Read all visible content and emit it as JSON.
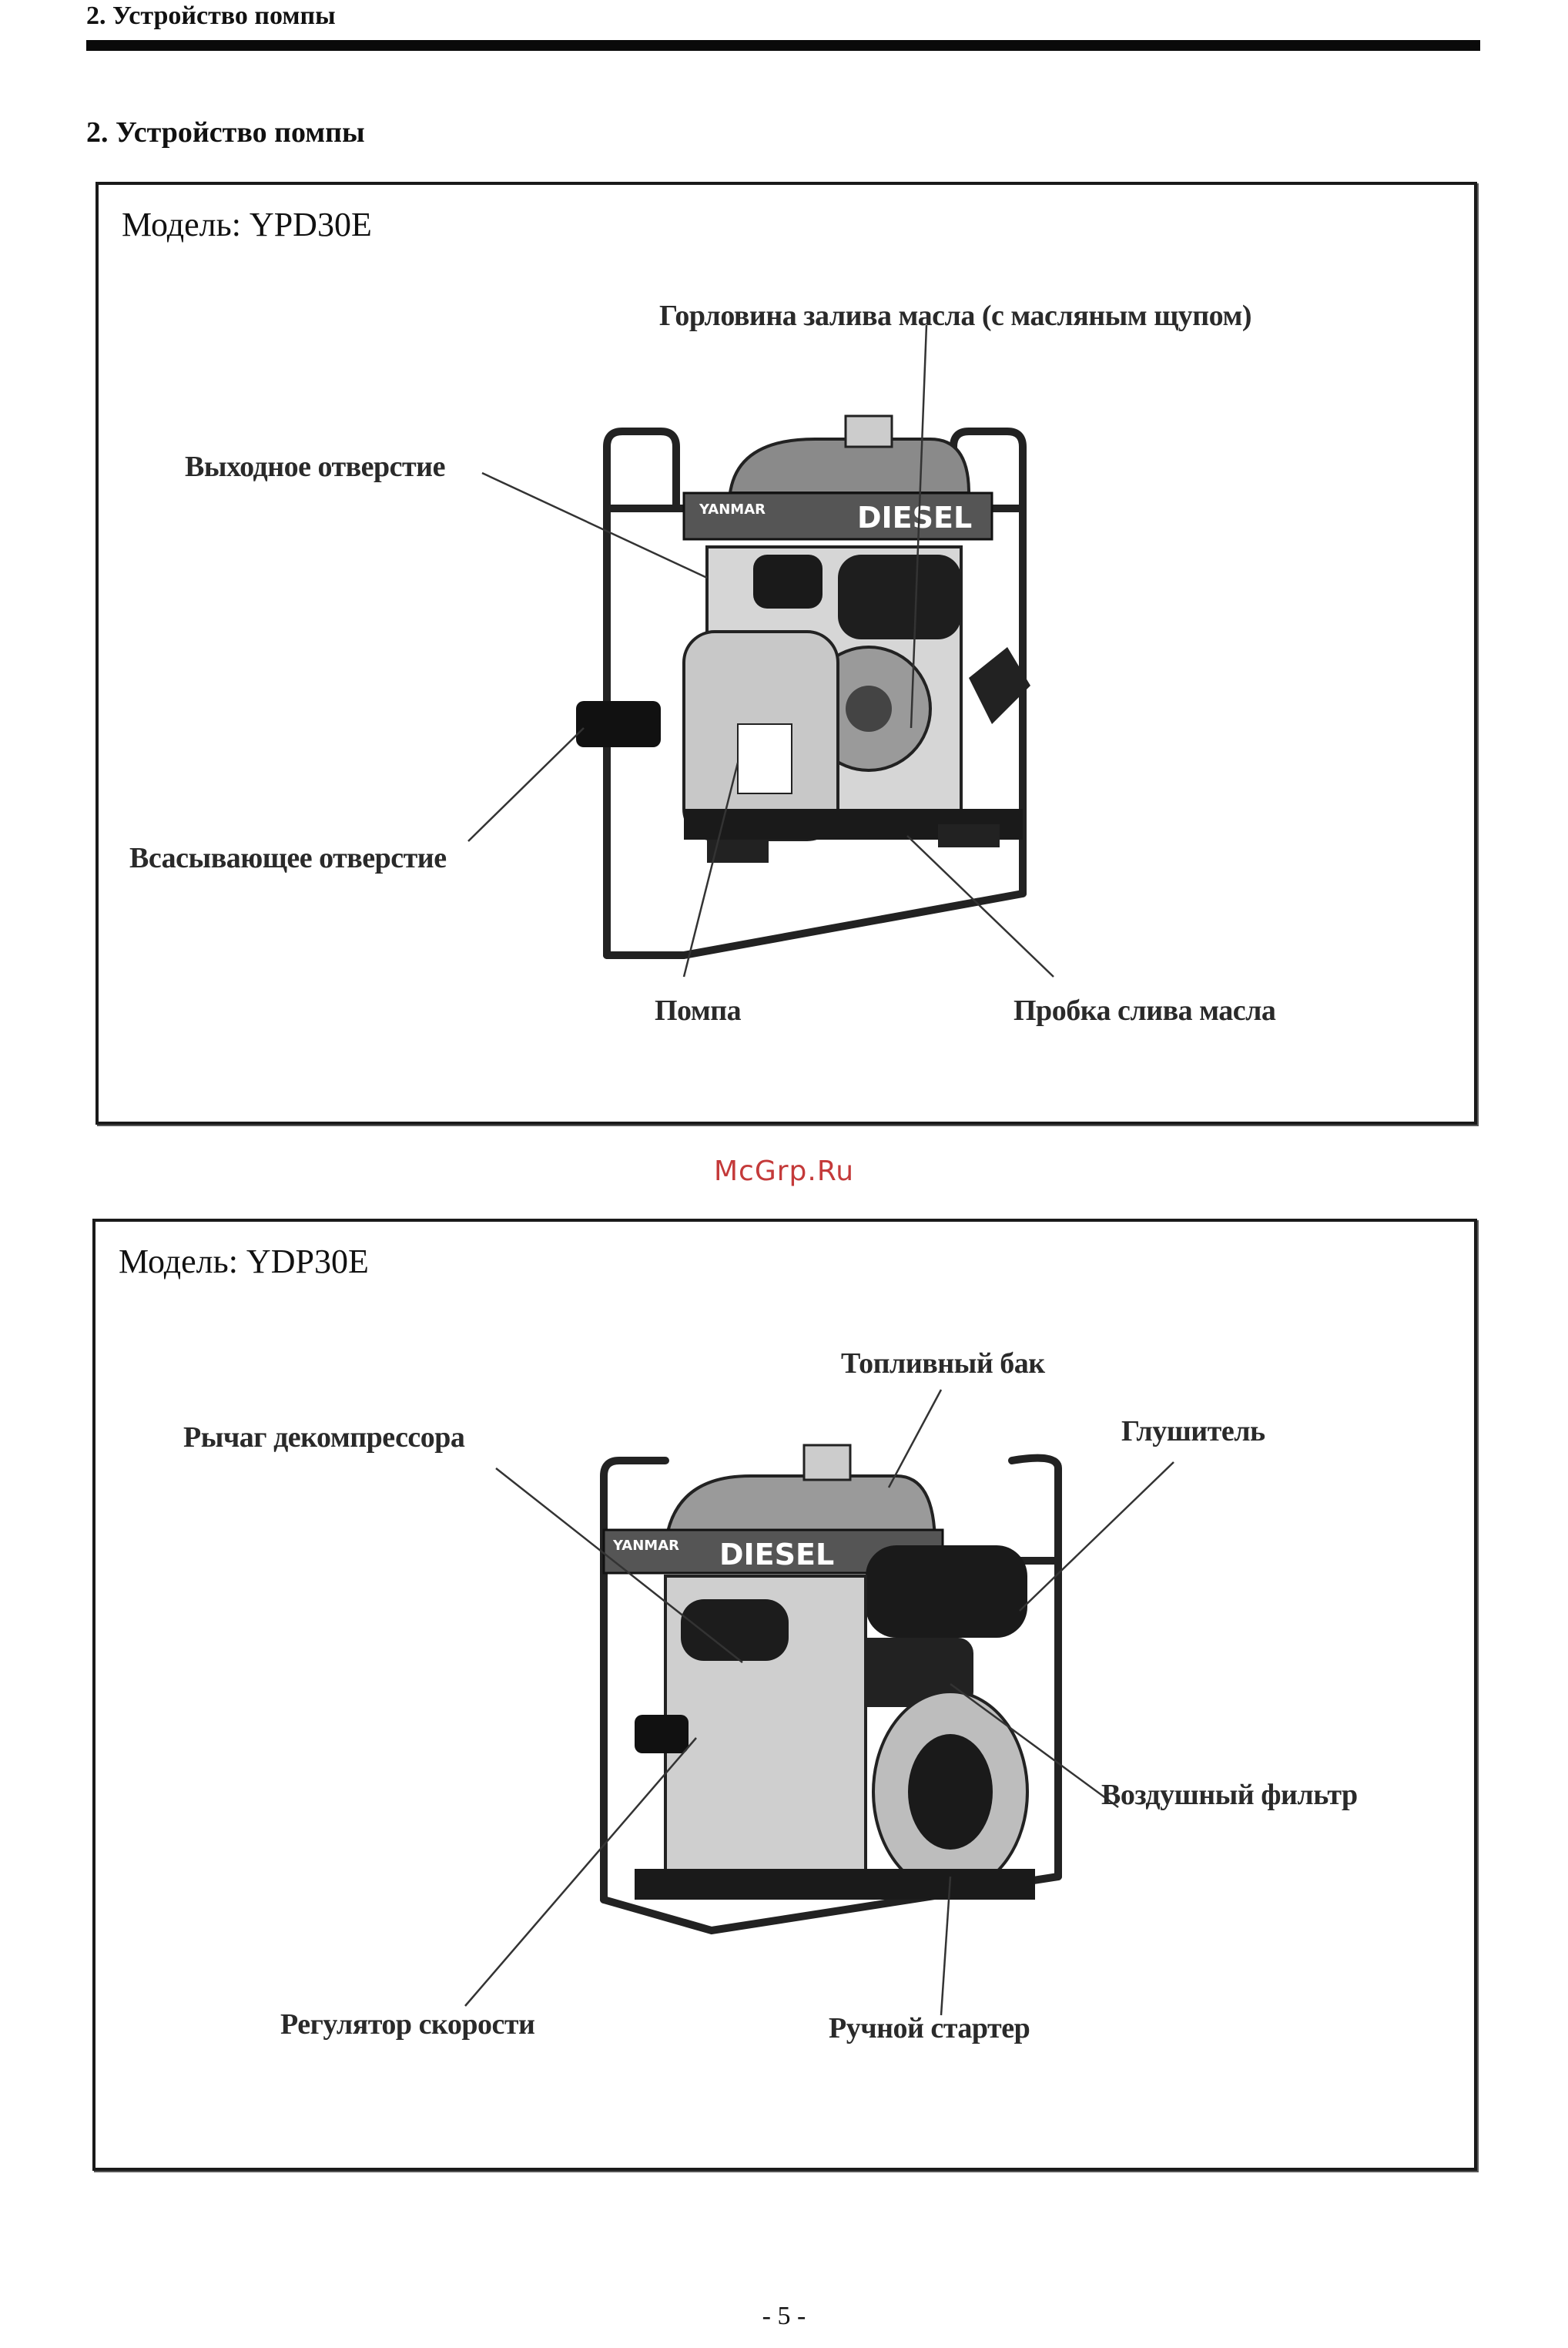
{
  "header": {
    "running_title": "2.    Устройство помпы"
  },
  "section": {
    "title": "2.    Устройство помпы"
  },
  "panel1": {
    "model": "Модель: YPD30E",
    "labels": {
      "oil_filler": "Горловина залива масла (с масляным щупом)",
      "outlet": "Выходное отверстие",
      "suction": "Всасывающее отверстие",
      "pump": "Помпа",
      "oil_drain": "Пробка слива масла"
    },
    "nameplate": {
      "brand": "YANMAR",
      "engine": "DIESEL"
    }
  },
  "panel2": {
    "model": "Модель: YDP30E",
    "labels": {
      "fuel_tank": "Топливный бак",
      "decompressor": "Рычаг декомпрессора",
      "muffler": "Глушитель",
      "air_filter": "Воздушный фильтр",
      "speed_regulator": "Регулятор скорости",
      "recoil_starter": "Ручной стартер"
    },
    "nameplate": {
      "brand": "YANMAR",
      "engine": "DIESEL"
    }
  },
  "watermark": "McGrp.Ru",
  "footer": {
    "page_number": "- 5 -"
  }
}
